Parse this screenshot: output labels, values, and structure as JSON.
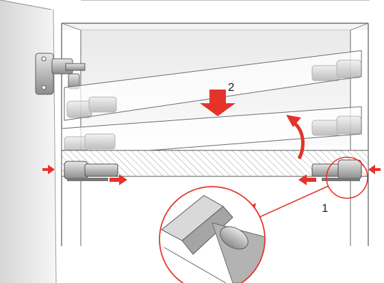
{
  "diagram": {
    "callouts": [
      {
        "id": "step-1",
        "label": "1"
      },
      {
        "id": "step-2",
        "label": "2"
      }
    ],
    "icons": {
      "hinge": "hinge-icon",
      "connector": "shelf-connector-icon",
      "arrow": "push-arrow-icon",
      "rotate_arrow": "rotate-arrow-icon",
      "magnifier": "detail-magnifier-icon"
    },
    "colors": {
      "arrow": "#e5332a",
      "line": "#4a4a4a",
      "panel": "#f2f2f2",
      "hatch": "#9a9a9a"
    }
  }
}
